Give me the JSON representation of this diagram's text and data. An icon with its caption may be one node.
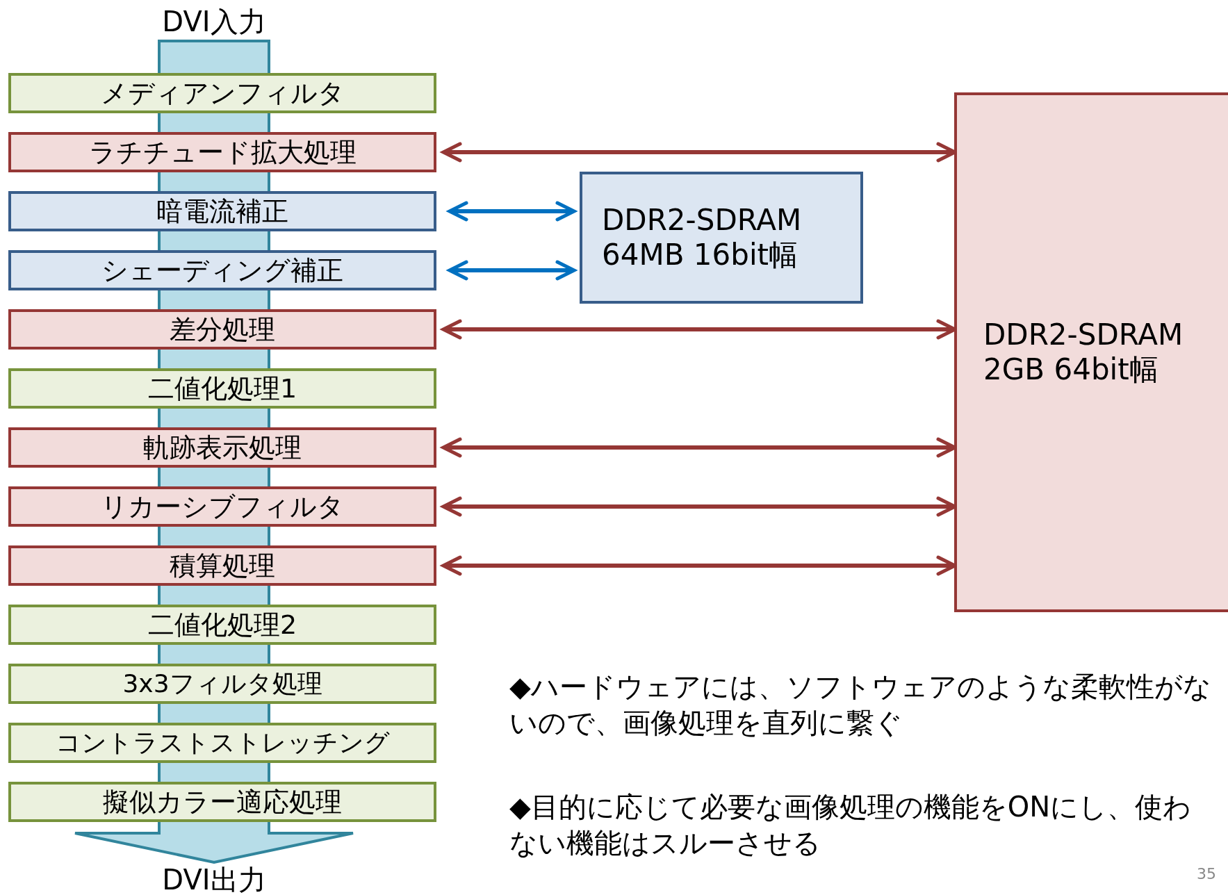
{
  "diagram": {
    "nodes": [
      {
        "text": [
          "DVI入力"
        ]
      },
      {
        "text": [
          "メディアンフィルタ"
        ]
      },
      {
        "text": [
          "ラチチュード拡大処理"
        ]
      },
      {
        "text": [
          "暗電流補正"
        ]
      },
      {
        "text": [
          "シェーディング補正"
        ]
      },
      {
        "text": [
          "差分処理"
        ]
      },
      {
        "text": [
          "二値化処理1"
        ]
      },
      {
        "text": [
          "軌跡表示処理"
        ]
      },
      {
        "text": [
          "リカーシブフィルタ"
        ]
      },
      {
        "text": [
          "積算処理"
        ]
      },
      {
        "text": [
          "二値化処理2"
        ]
      },
      {
        "text": [
          "3x3フィルタ処理"
        ]
      },
      {
        "text": [
          "コントラストストレッチング"
        ]
      },
      {
        "text": [
          "擬似カラー適応処理"
        ]
      },
      {
        "text": [
          "DDR2-SDRAM 64MB 16bit幅"
        ]
      },
      {
        "text": [
          "DDR2-SDRAM 2GB 64bit幅"
        ]
      },
      {
        "text": [
          "DVI出力"
        ]
      }
    ],
    "edges": [
      {
        "from": 0,
        "to": 16,
        "arrow": "to",
        "style": "thick",
        "color": "#b7dde8"
      },
      {
        "from": 2,
        "to": 15,
        "arrow": "both"
      },
      {
        "from": 3,
        "to": 14,
        "arrow": "both",
        "color": "#0070c0"
      },
      {
        "from": 4,
        "to": 14,
        "arrow": "both",
        "color": "#0070c0"
      },
      {
        "from": 5,
        "to": 15,
        "arrow": "both"
      },
      {
        "from": 7,
        "to": 15,
        "arrow": "both"
      },
      {
        "from": 8,
        "to": 15,
        "arrow": "both"
      },
      {
        "from": 9,
        "to": 15,
        "arrow": "both"
      }
    ],
    "labels": [
      "◆ハードウェアには、ソフトウェアのような柔軟性がないので、画像処理を直列に繋ぐ",
      "◆目的に応じて必要な画像処理の機能をONにし、使わない機能はスルーさせる",
      "35"
    ]
  }
}
